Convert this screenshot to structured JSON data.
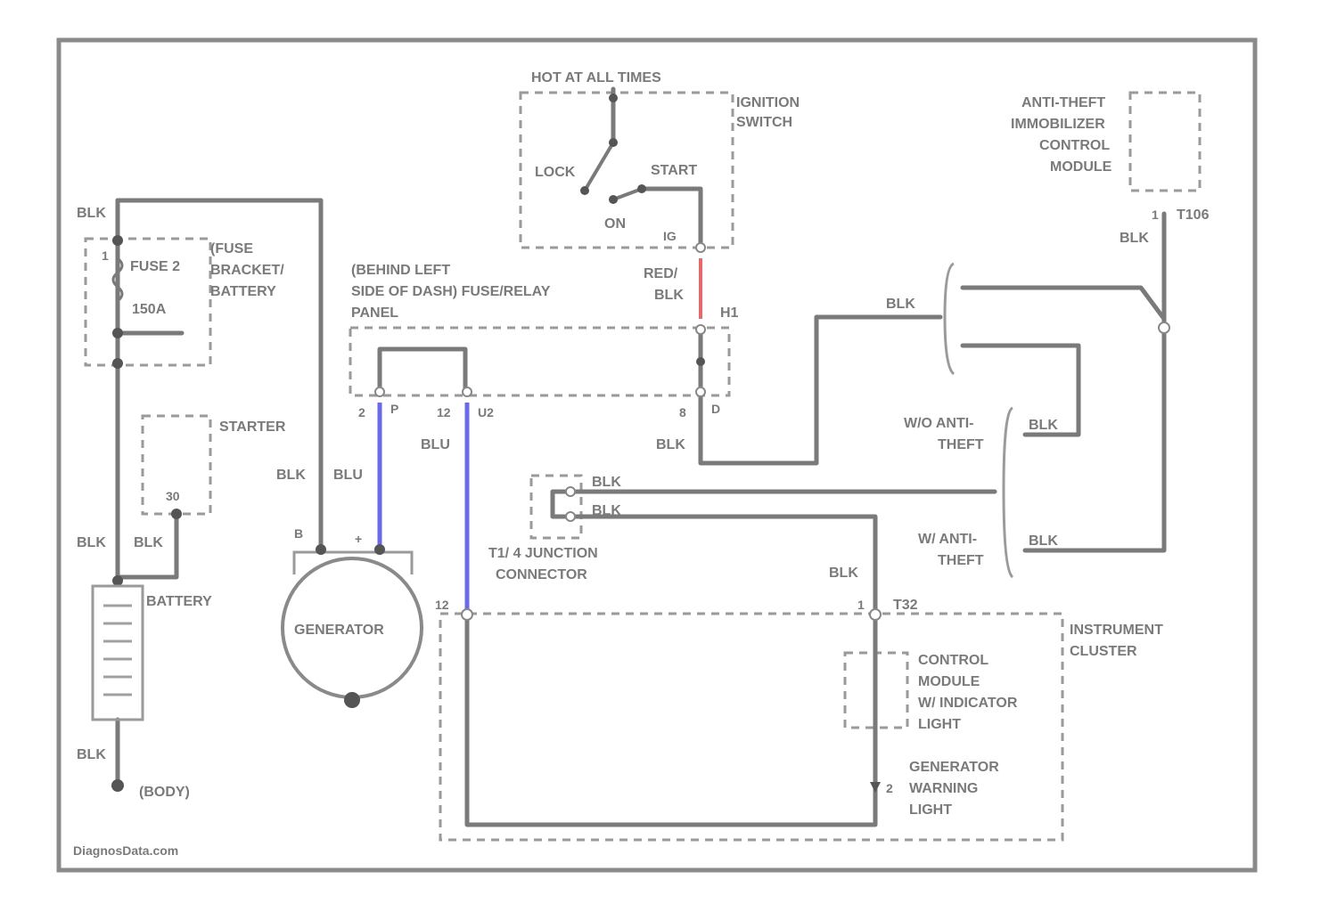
{
  "colors": {
    "wire": "#7a7a7a",
    "border": "#8a8a8a",
    "blue_wire": "#6a6ae8",
    "red_wire": "#e26a6a"
  },
  "labels": {
    "hot_at_all_times": "HOT AT ALL TIMES",
    "ignition_switch_1": "IGNITION",
    "ignition_switch_2": "SWITCH",
    "lock": "LOCK",
    "start": "START",
    "on": "ON",
    "ig_pin": "IG",
    "anti_theft_1": "ANTI-THEFT",
    "anti_theft_2": "IMMOBILIZER",
    "anti_theft_3": "CONTROL",
    "anti_theft_4": "MODULE",
    "t106": "T106",
    "blk": "BLK",
    "fuse_bracket_1": "(FUSE",
    "fuse_bracket_2": "BRACKET/",
    "fuse_bracket_3": "BATTERY",
    "fuse_2": "FUSE 2",
    "fuse_amp": "150A",
    "panel_1": "(BEHIND LEFT",
    "panel_2": "SIDE OF DASH) FUSE/RELAY",
    "panel_3": "PANEL",
    "red_blk_1": "RED/",
    "red_blk_2": "BLK",
    "h1": "H1",
    "pin_2": "2",
    "pin_p": "P",
    "pin_12": "12",
    "pin_u2": "U2",
    "pin_8": "8",
    "pin_d": "D",
    "starter": "STARTER",
    "pin_30": "30",
    "blu": "BLU",
    "w_anti_theft_1": "W/O ANTI-",
    "w_anti_theft_2": "THEFT",
    "with_anti_theft_1": "W/ ANTI-",
    "with_anti_theft_2": "THEFT",
    "junction_1": "T1/ 4 JUNCTION",
    "junction_2": "CONNECTOR",
    "battery": "BATTERY",
    "generator": "GENERATOR",
    "pin_b": "B",
    "pin_plus": "+",
    "instrument_1": "INSTRUMENT",
    "instrument_2": "CLUSTER",
    "t32": "T32",
    "pin_1": "1",
    "control_1": "CONTROL",
    "control_2": "MODULE",
    "control_3": "W/ INDICATOR",
    "control_4": "LIGHT",
    "gen_warn_1": "GENERATOR",
    "gen_warn_2": "WARNING",
    "gen_warn_3": "LIGHT",
    "body": "(BODY)",
    "watermark": "DiagnosData.com"
  }
}
